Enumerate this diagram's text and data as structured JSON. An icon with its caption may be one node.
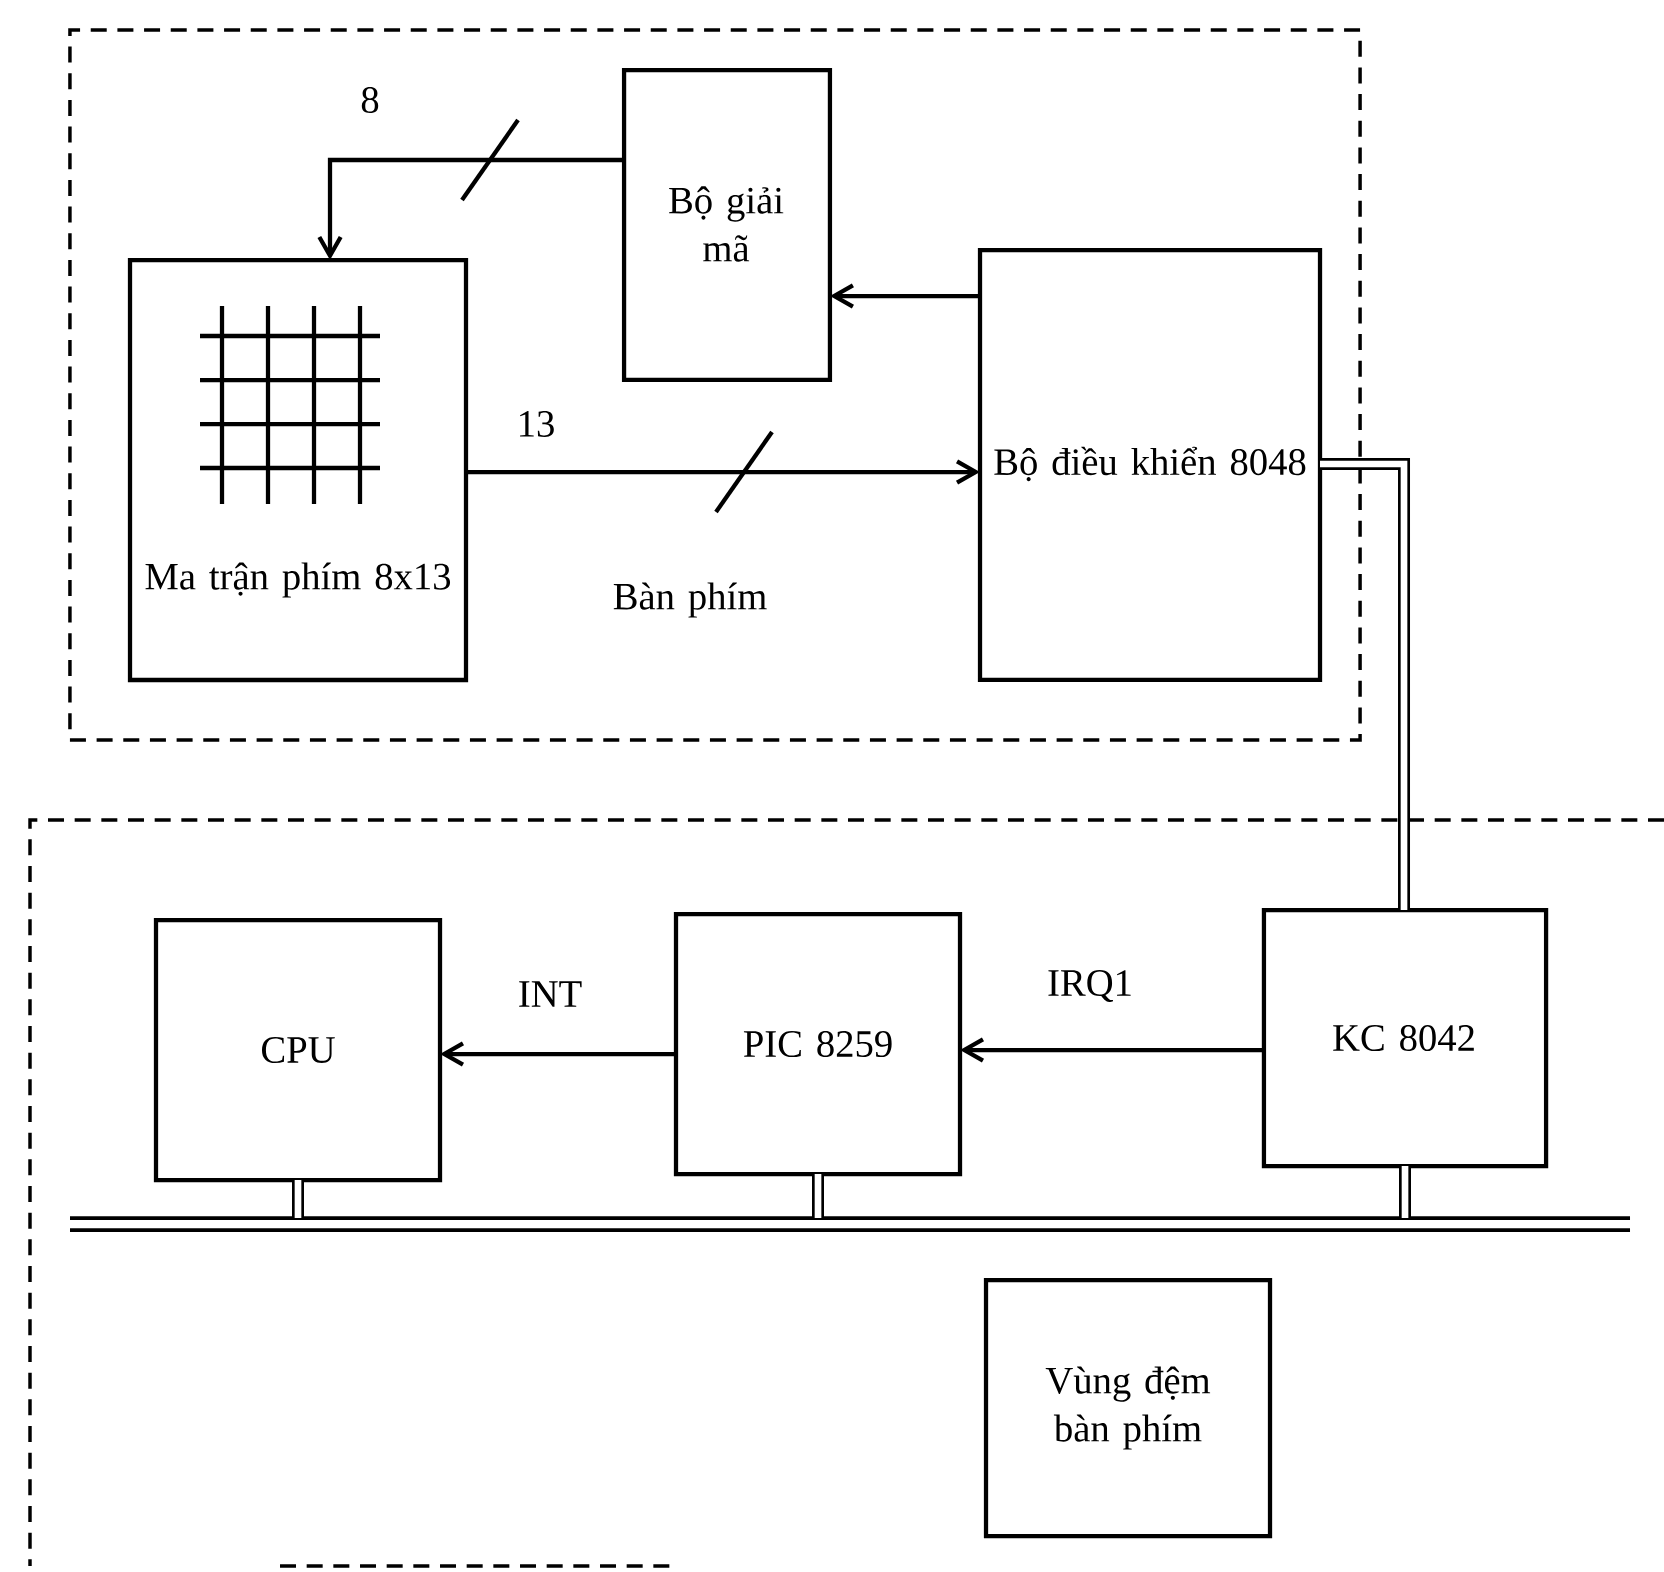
{
  "diagram": {
    "nodes": [
      {
        "text": [
          "Bàn phím"
        ]
      },
      {
        "text": [
          "Ma trận phím 8x13"
        ],
        "in": 0
      },
      {
        "text": [
          "Bộ giải mã"
        ],
        "in": 0
      },
      {
        "text": [
          "Bộ điều khiển 8048"
        ],
        "in": 0
      },
      {
        "text": [],
        "shape": "box"
      },
      {
        "text": [
          "CPU"
        ],
        "in": 4
      },
      {
        "text": [
          "PIC 8259"
        ],
        "in": 4
      },
      {
        "text": [
          "KC 8042"
        ],
        "in": 4
      },
      {
        "text": [
          "Vùng đệm bàn phím"
        ],
        "in": 4
      },
      {
        "text": [],
        "shape": "bar",
        "in": 4
      }
    ],
    "edges": [
      {
        "from": 2,
        "to": 1,
        "arrow": "to",
        "label": "8"
      },
      {
        "from": 1,
        "to": 3,
        "arrow": "to",
        "label": "13"
      },
      {
        "from": 3,
        "to": 2,
        "arrow": "to"
      },
      {
        "from": 3,
        "to": 7,
        "arrow": "none",
        "style": "thick"
      },
      {
        "from": 7,
        "to": 6,
        "arrow": "to",
        "label": "IRQ1"
      },
      {
        "from": 6,
        "to": 5,
        "arrow": "to",
        "label": "INT"
      },
      {
        "from": 5,
        "to": 9,
        "arrow": "none",
        "style": "thick"
      },
      {
        "from": 6,
        "to": 9,
        "arrow": "none",
        "style": "thick"
      },
      {
        "from": 7,
        "to": 9,
        "arrow": "none",
        "style": "thick"
      }
    ]
  }
}
